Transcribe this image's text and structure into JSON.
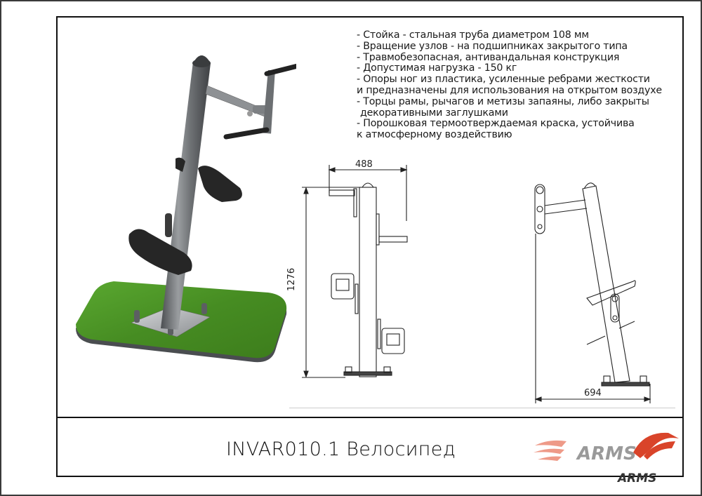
{
  "document": {
    "product_code": "INVAR010.1",
    "product_name": "Велосипед",
    "title": "INVAR010.1 Велосипед"
  },
  "specs": [
    "- Стойка - стальная труба диаметром 108 мм",
    "- Вращение узлов - на подшипниках закрытого типа",
    "- Травмобезопасная, антивандальная конструкция",
    "- Допустимая нагрузка - 150 кг",
    "- Опоры ног из пластика, усиленные ребрами жесткости",
    "и предназначены для использования на открытом воздухе",
    "- Торцы рамы, рычагов и метизы запаяны, либо закрыты",
    " декоративными заглушками",
    "- Порошковая термоотверждаемая краска, устойчива",
    "к атмосферному воздействию"
  ],
  "dimensions": {
    "width_front": "488",
    "height": "1276",
    "depth_side": "694"
  },
  "logo": {
    "brand_main": "ARMS",
    "brand_sub": "ARMS",
    "accent_color": "#d9442a",
    "accent_light": "#ee9a88",
    "gray_color": "#9a9a9a",
    "dark_color": "#333333"
  },
  "colors": {
    "grass": "#4f9a2a",
    "steel": "#6f7274",
    "pedal": "#262626",
    "base_edge": "#555a5e"
  }
}
